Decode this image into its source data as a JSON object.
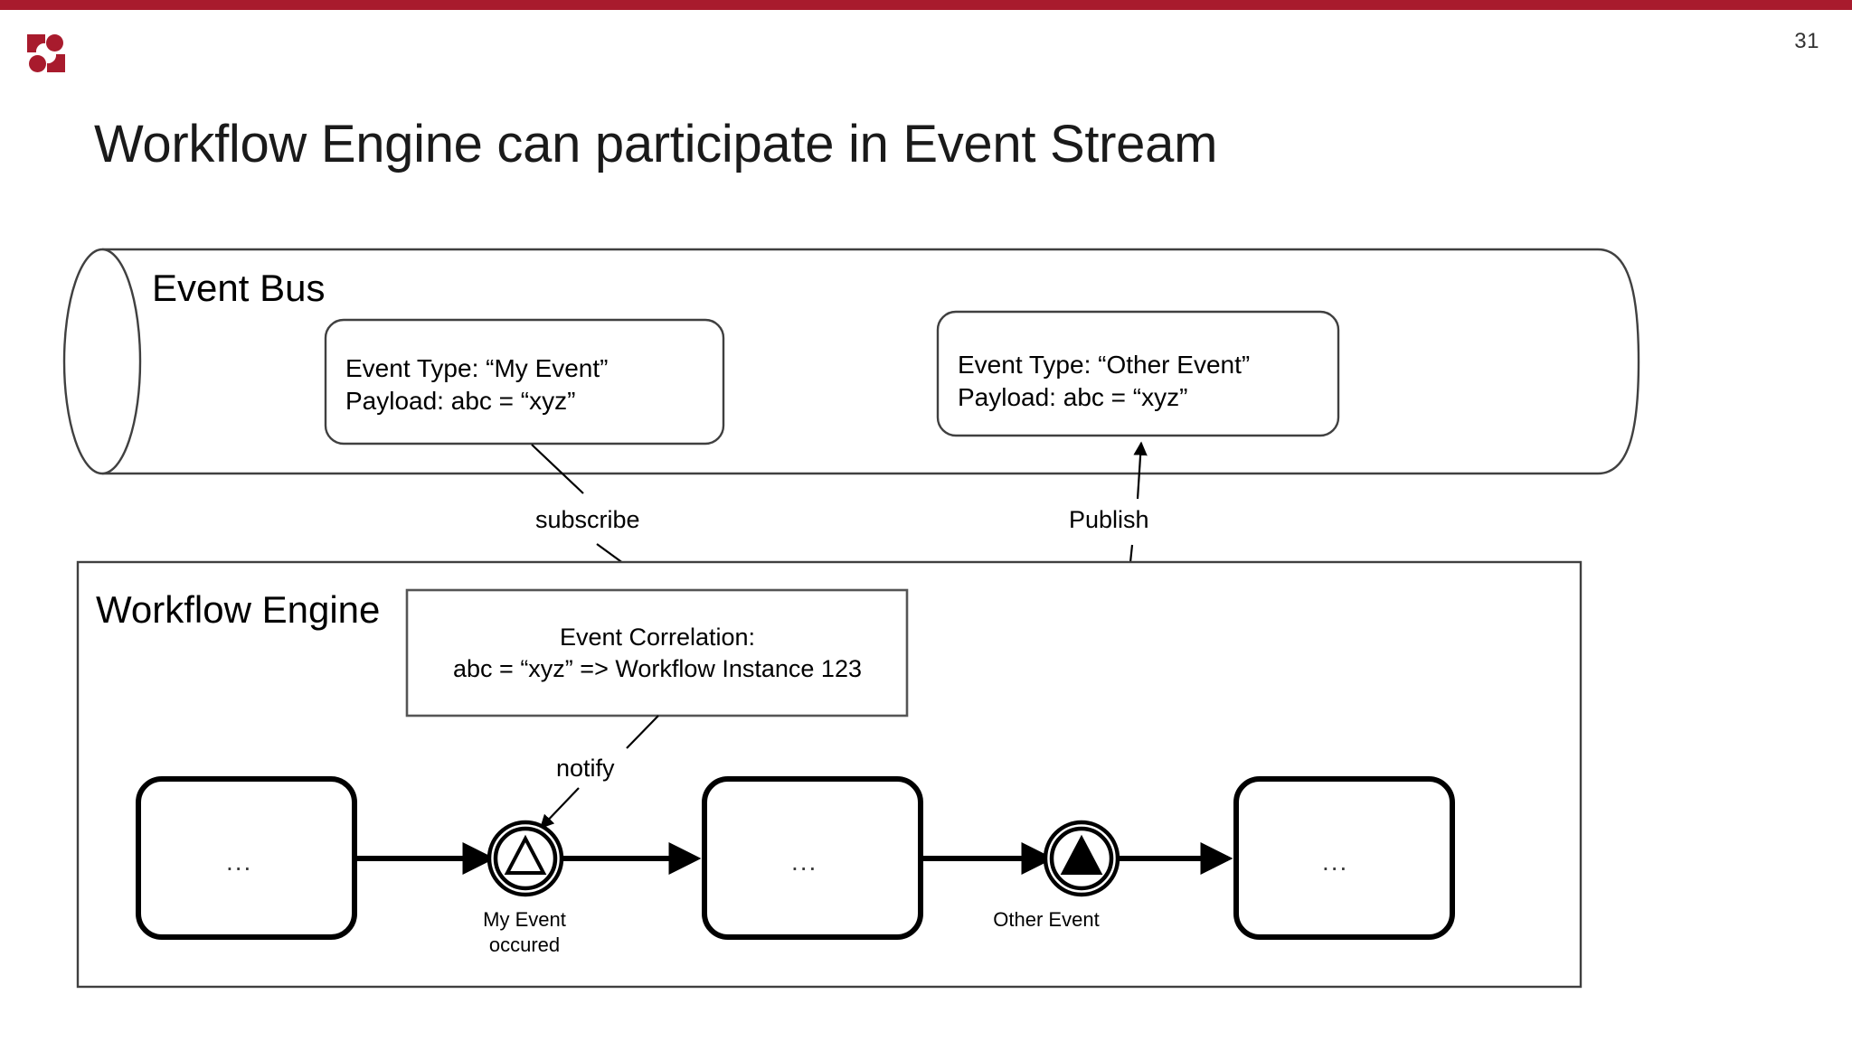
{
  "slide": {
    "page_number": "31",
    "title": "Workflow Engine can participate in Event Stream",
    "accent_color": "#a81b2d",
    "logo_name": "camunda-logo"
  },
  "event_bus": {
    "label": "Event Bus",
    "messages": [
      {
        "line1": "Event Type: “My Event”",
        "line2": "Payload: abc = “xyz”"
      },
      {
        "line1": "Event Type: “Other Event”",
        "line2": "Payload: abc = “xyz”"
      }
    ]
  },
  "connectors": {
    "subscribe_label": "subscribe",
    "publish_label": "Publish",
    "notify_label": "notify"
  },
  "workflow_engine": {
    "label": "Workflow Engine",
    "correlation_box": {
      "line1": "Event Correlation:",
      "line2": "abc = “xyz” => Workflow Instance 123"
    },
    "process": {
      "tasks": [
        {
          "label": "..."
        },
        {
          "label": "..."
        },
        {
          "label": "..."
        }
      ],
      "events": [
        {
          "label_line1": "My Event",
          "label_line2": "occured",
          "marker": "signal-catch-triangle-hollow"
        },
        {
          "label_line1": "Other Event",
          "label_line2": "",
          "marker": "signal-throw-triangle-filled"
        }
      ]
    }
  }
}
